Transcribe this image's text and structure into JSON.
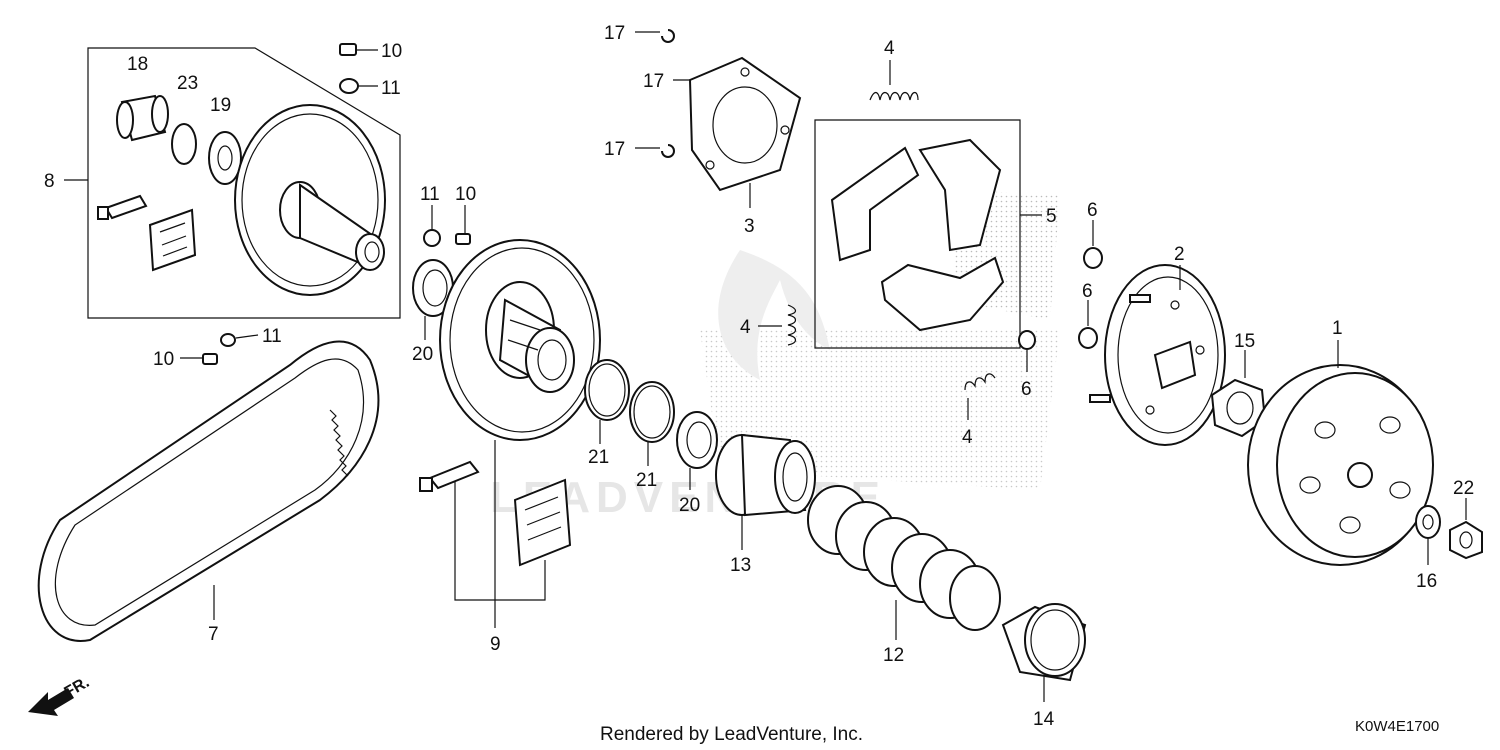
{
  "callouts": {
    "c1": "1",
    "c2": "2",
    "c3": "3",
    "c4a": "4",
    "c4b": "4",
    "c4c": "4",
    "c5": "5",
    "c6a": "6",
    "c6b": "6",
    "c6c": "6",
    "c7": "7",
    "c8": "8",
    "c9": "9",
    "c10a": "10",
    "c10b": "10",
    "c10c": "10",
    "c11a": "11",
    "c11b": "11",
    "c11c": "11",
    "c12": "12",
    "c13": "13",
    "c14": "14",
    "c15": "15",
    "c16": "16",
    "c17a": "17",
    "c17b": "17",
    "c17c": "17",
    "c18": "18",
    "c19": "19",
    "c20a": "20",
    "c20b": "20",
    "c21a": "21",
    "c21b": "21",
    "c22": "22",
    "c23": "23"
  },
  "footer": {
    "credit": "Rendered by LeadVenture, Inc.",
    "diagram_code": "K0W4E1700"
  },
  "direction": {
    "label": "FR."
  },
  "watermark": "LEADVENTURE"
}
